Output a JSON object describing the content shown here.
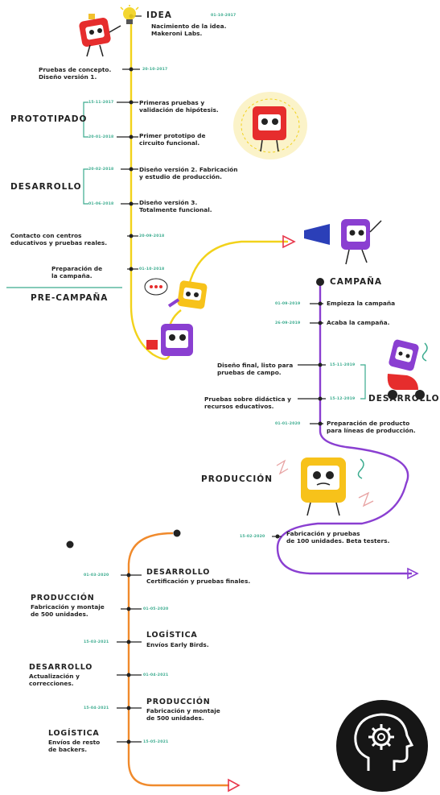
{
  "colors": {
    "yellow_line": "#f2d21b",
    "purple_line": "#8a3fd1",
    "orange_line": "#f08a2c",
    "green_accent": "#3aab8e",
    "red_arrow": "#e8384c",
    "text": "#222222",
    "icon_bg": "#161616"
  },
  "top": {
    "idea": {
      "heading": "IDEA",
      "date": "01-10-2017",
      "text": [
        "Nacimiento de la idea.",
        "Makeroni Labs."
      ]
    },
    "pruebas": {
      "date": "20-10-2017",
      "text": [
        "Pruebas de concepto.",
        "Diseño versión 1."
      ]
    },
    "prototipado": {
      "heading": "PROTOTIPADO",
      "e1": {
        "date": "15-11-2017",
        "text": [
          "Primeras pruebas y",
          "validación de hipótesis."
        ]
      },
      "e2": {
        "date": "20-01-2018",
        "text": [
          "Primer prototipo de",
          "circuito funcional."
        ]
      }
    },
    "desarrollo": {
      "heading": "DESARROLLO",
      "e1": {
        "date": "20-02-2018",
        "text": [
          "Diseño versión 2. Fabricación",
          "y estudio de producción."
        ]
      },
      "e2": {
        "date": "01-06-2018",
        "text": [
          "Diseño versión 3.",
          "Totalmente funcional."
        ]
      }
    },
    "contacto": {
      "date": "20-09-2018",
      "text": [
        "Contacto con centros",
        "educativos y pruebas reales."
      ]
    },
    "preparacion": {
      "date": "01-10-2018",
      "text": [
        "Preparación de",
        "la campaña."
      ]
    },
    "precampana": {
      "heading": "PRE-CAMPAÑA"
    }
  },
  "middle": {
    "campana": {
      "heading": "CAMPAÑA",
      "e1": {
        "date": "01-09-2019",
        "text": "Empieza la campaña"
      },
      "e2": {
        "date": "26-09-2019",
        "text": "Acaba la campaña."
      }
    },
    "desarrollo": {
      "heading": "DESARROLLO",
      "e1": {
        "date": "15-11-2019",
        "text": [
          "Diseño final, listo para",
          "pruebas de campo."
        ]
      },
      "e2": {
        "date": "15-12-2019",
        "text": [
          "Pruebas sobre didáctica y",
          "recursos educativos."
        ]
      }
    },
    "lineas": {
      "date": "01-01-2020",
      "text": [
        "Preparación de producto",
        "para líneas de producción."
      ]
    },
    "produccion": {
      "heading": "PRODUCCIÓN",
      "e1": {
        "date": "15-02-2020",
        "text": [
          "Fabricación y pruebas",
          "de 100 unidades. Beta testers."
        ]
      }
    }
  },
  "bottom": {
    "e1": {
      "heading": "DESARROLLO",
      "date": "01-03-2020",
      "text": [
        "Certificación y pruebas finales."
      ]
    },
    "e2": {
      "heading": "PRODUCCIÓN",
      "date": "01-05-2020",
      "text": [
        "Fabricación y montaje",
        "de 500 unidades."
      ]
    },
    "e3": {
      "heading": "LOGÍSTICA",
      "date": "15-03-2021",
      "text": [
        "Envíos Early Birds."
      ]
    },
    "e4": {
      "heading": "DESARROLLO",
      "date": "01-04-2021",
      "text": [
        "Actualización y",
        "correcciones."
      ]
    },
    "e5": {
      "heading": "PRODUCCIÓN",
      "date": "15-04-2021",
      "text": [
        "Fabricación y montaje",
        "de 500 unidades."
      ]
    },
    "e6": {
      "heading": "LOGÍSTICA",
      "date": "15-05-2021",
      "text": [
        "Envíos de resto",
        "de backers."
      ]
    }
  },
  "illustrations": {
    "top_mascot": "red-robot-mascot",
    "lamp": "lightbulb-icon",
    "prototype_mascot": "red-robot-glow",
    "precampaign_pair": "yellow-and-purple-robots",
    "megaphone": "purple-robot-megaphone",
    "scooter": "purple-robot-scooter",
    "production_mascot": "yellow-robot-stressed",
    "brain": "brain-gear-icon"
  }
}
